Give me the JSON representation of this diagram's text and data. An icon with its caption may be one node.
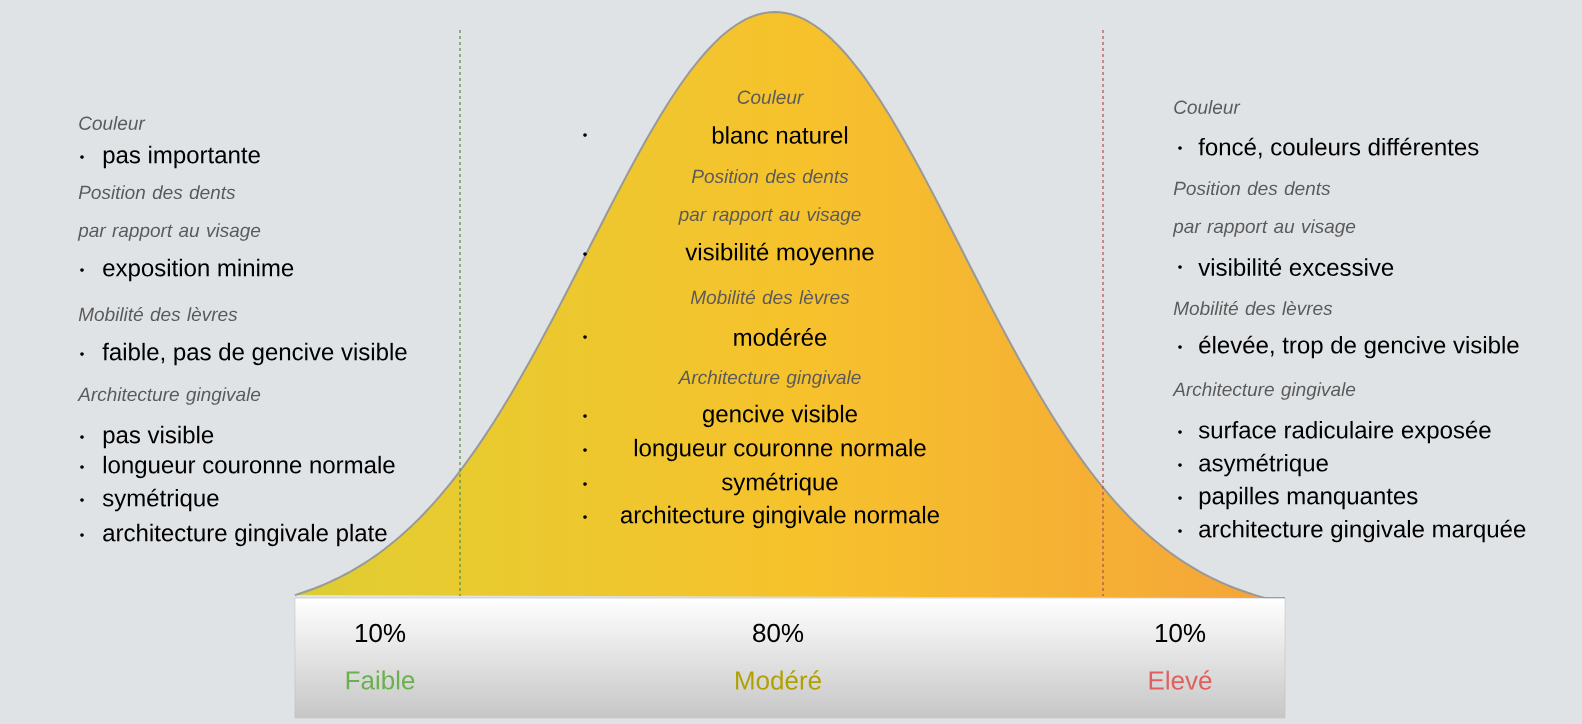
{
  "diagram": {
    "nodes": [
      {
        "text": [
          "Couleur",
          "blanc naturel",
          "Position des dents par rapport au visage",
          "visibilité moyenne",
          "Mobilité des lèvres",
          "modérée",
          "Architecture gingivale",
          "gencive visible",
          "longueur couronne normale",
          "symétrique",
          "architecture gingivale normale"
        ]
      },
      {
        "text": [
          "10%",
          "Faible",
          "80%",
          "Modéré",
          "10%",
          "Elevé"
        ]
      }
    ],
    "labels": [
      "Couleur",
      "pas importante",
      "Position des dents par rapport au visage",
      "exposition minime",
      "Mobilité des lèvres",
      "faible, pas de gencive visible",
      "Architecture gingivale",
      "pas visible",
      "longueur couronne normale",
      "symétrique",
      "architecture gingivale plate",
      "Couleur",
      "foncé, couleurs différentes",
      "Position des dents par rapport au visage",
      "visibilité excessive",
      "Mobilité des lèvres",
      "élevée, trop de gencive visible",
      "Architecture gingivale",
      "surface radiculaire exposée",
      "asymétrique",
      "papilles manquantes",
      "architecture gingivale marquée"
    ]
  }
}
